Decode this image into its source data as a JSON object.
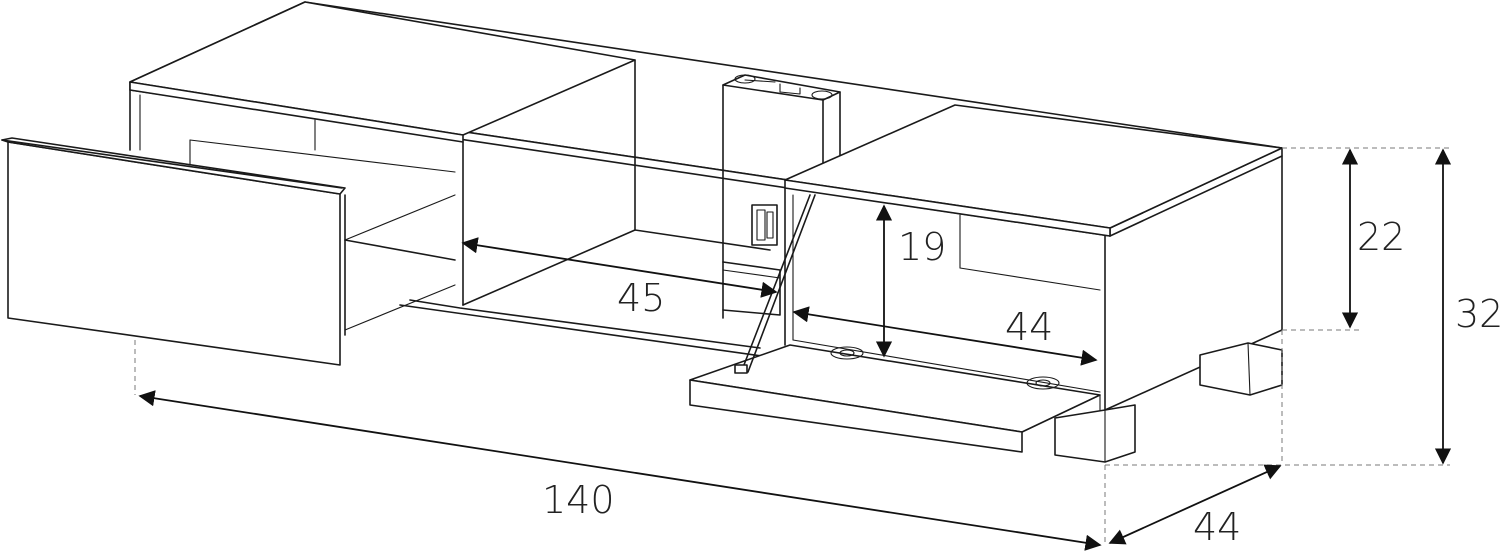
{
  "dimensions": {
    "width_total": "140",
    "depth_bottom": "44",
    "height_total": "32",
    "height_cabinet": "22",
    "inner_width_left": "45",
    "inner_height_right": "19",
    "inner_width_right": "44"
  },
  "colors": {
    "line": "#1a1a1a",
    "dash": "#7a7a7a",
    "background": "#ffffff"
  }
}
